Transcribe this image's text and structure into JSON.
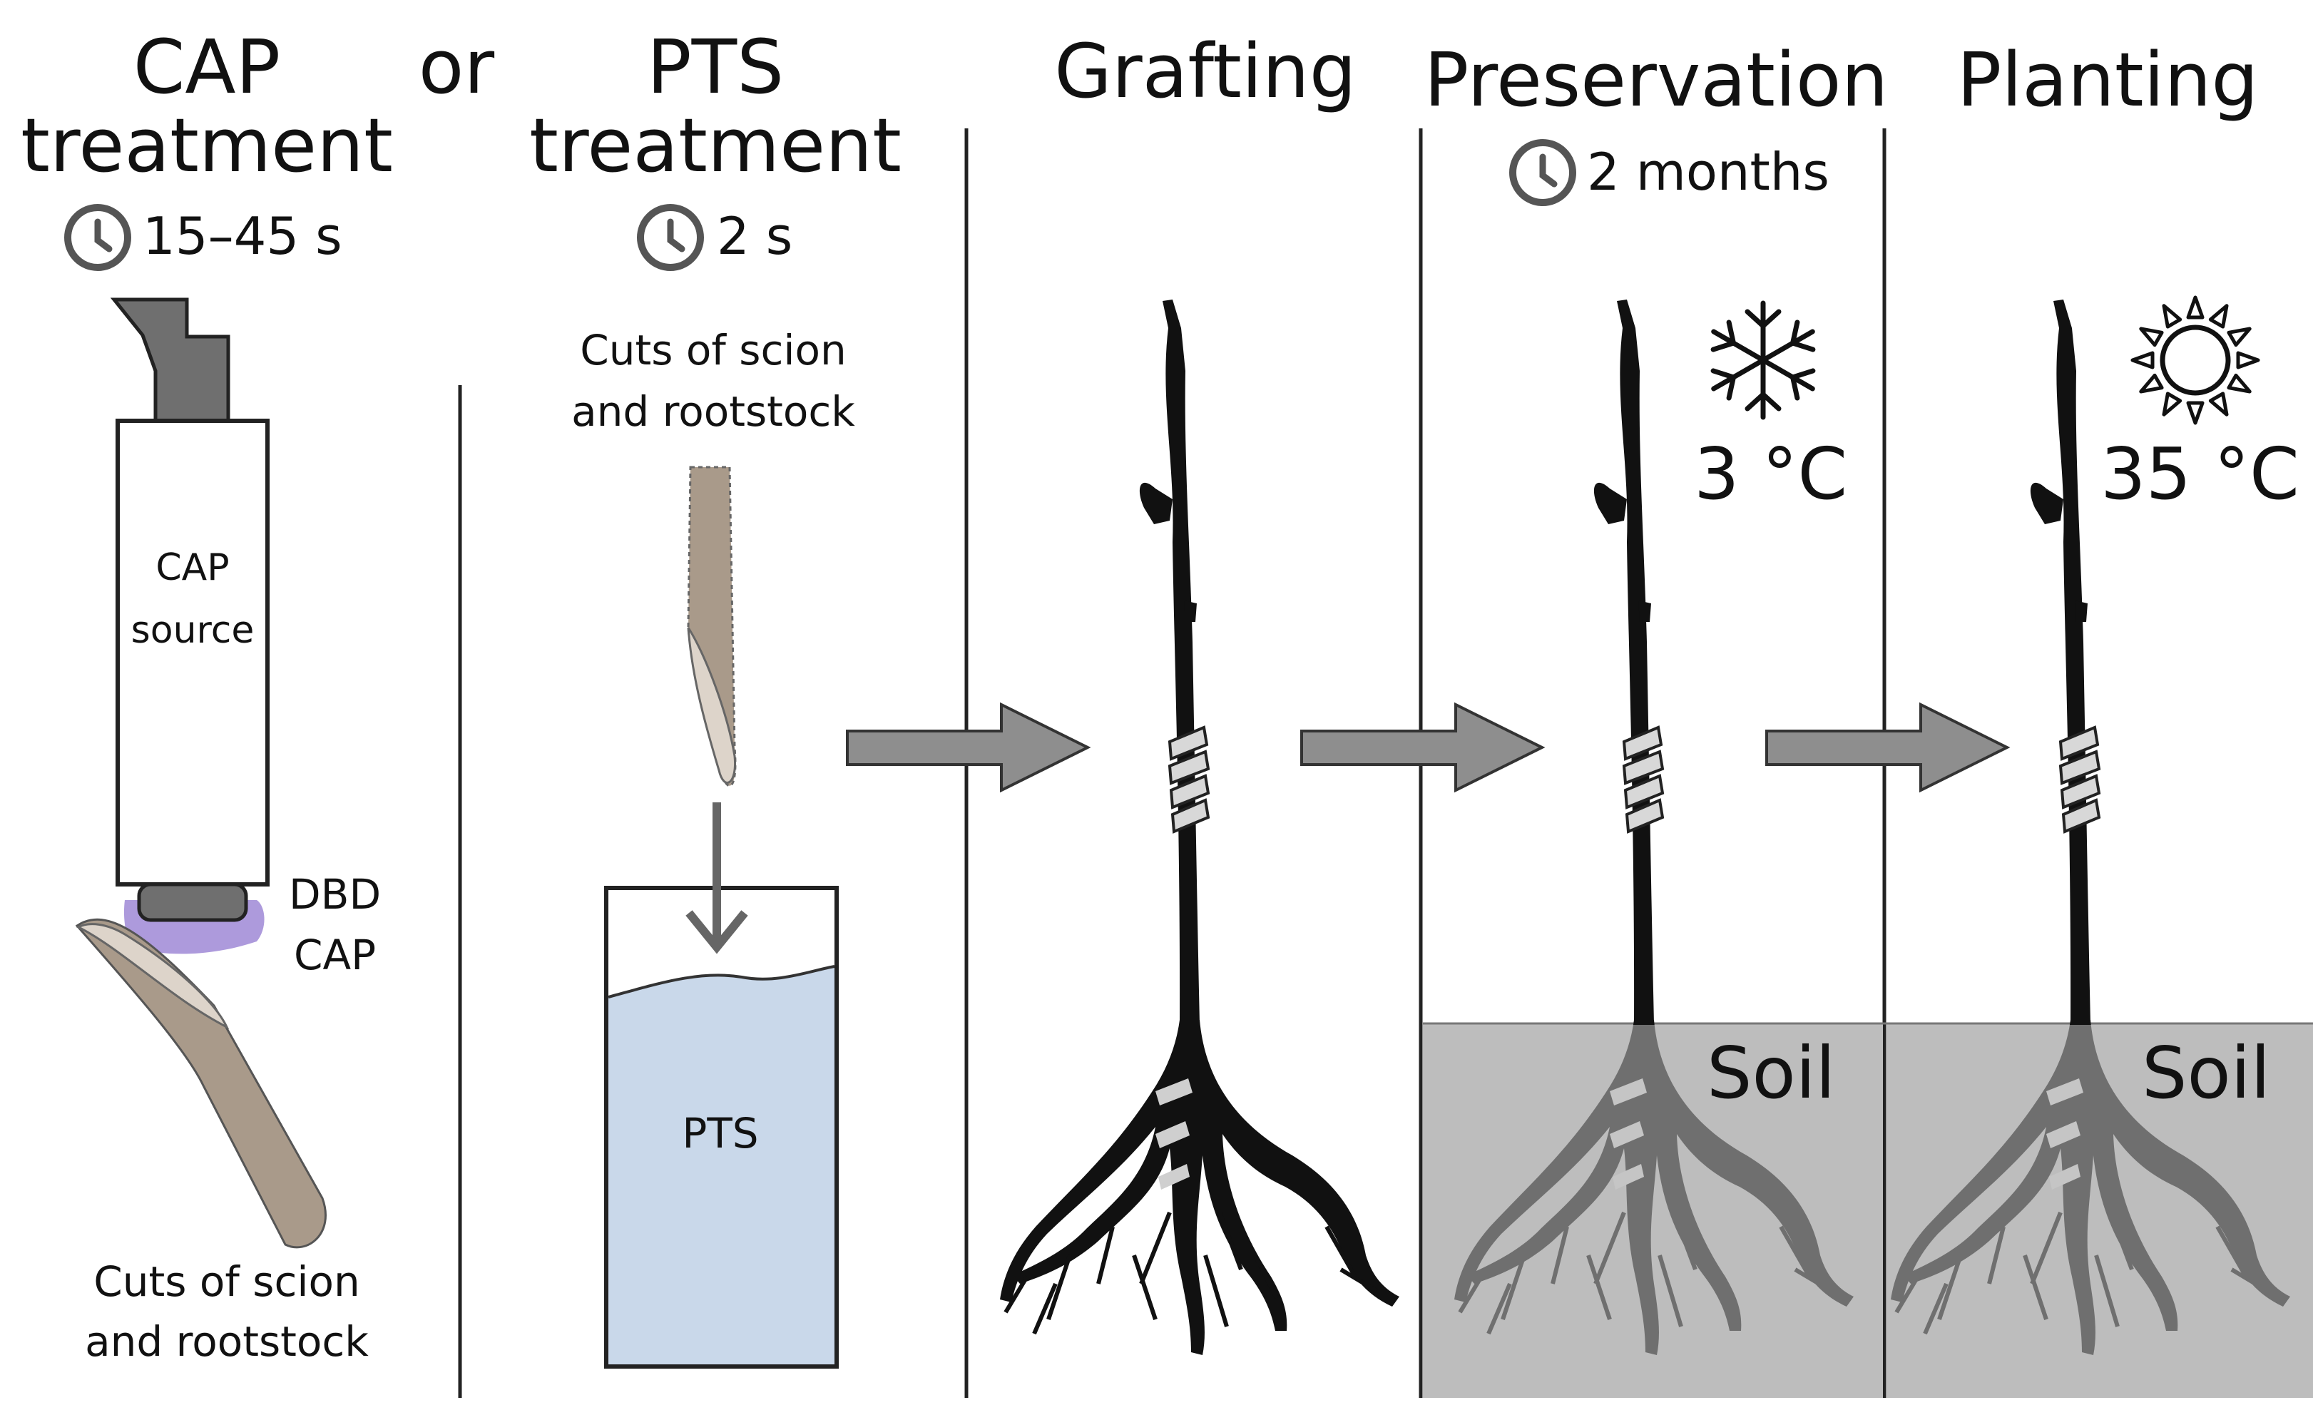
{
  "stages": {
    "cap": {
      "title_line1": "CAP",
      "title_line2": "treatment",
      "duration": "15–45 s",
      "source_label_line1": "CAP",
      "source_label_line2": "source",
      "plasma_label_line1": "DBD",
      "plasma_label_line2": "CAP",
      "cuts_line1": "Cuts of scion",
      "cuts_line2": "and rootstock"
    },
    "or_label": "or",
    "pts": {
      "title_line1": "PTS",
      "title_line2": "treatment",
      "duration": "2 s",
      "cuts_line1": "Cuts of scion",
      "cuts_line2": "and rootstock",
      "solution_label": "PTS"
    },
    "grafting": {
      "title": "Grafting"
    },
    "preservation": {
      "title": "Preservation",
      "duration": "2 months",
      "temperature": "3 °C",
      "icon": "snowflake-icon",
      "soil_label": "Soil"
    },
    "planting": {
      "title": "Planting",
      "temperature": "35 °C",
      "icon": "sun-icon",
      "soil_label": "Soil"
    }
  },
  "icons": [
    "clock-icon",
    "snowflake-icon",
    "sun-icon",
    "arrow-right-icon",
    "arrow-down-icon"
  ],
  "colors": {
    "cutting": "#a99a8a",
    "cutting_face": "#ddd4ca",
    "plasma": "#a48fd8",
    "solution": "#c9d8ea",
    "device_head": "#6f6f6f",
    "arrow": "#8e8e8e",
    "soil": "#bdbdbd",
    "plant": "#111111",
    "divider": "#222222"
  }
}
